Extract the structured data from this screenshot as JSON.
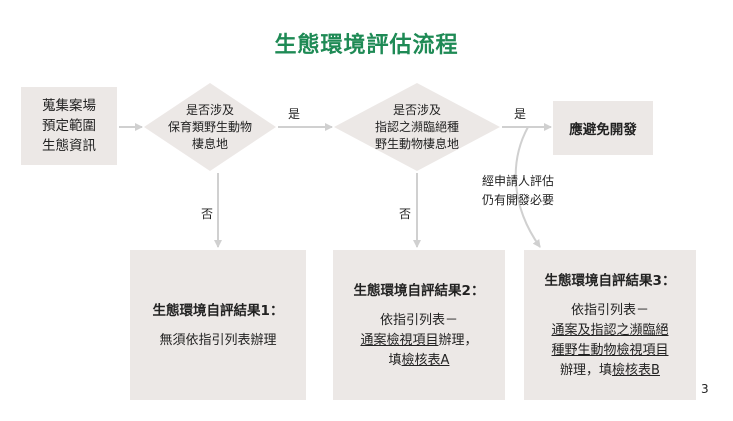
{
  "title": "生態環境評估流程",
  "start_box": [
    "蒐集案場",
    "預定範圍",
    "生態資訊"
  ],
  "decision1": [
    "是否涉及",
    "保育類野生動物",
    "棲息地"
  ],
  "decision2": [
    "是否涉及",
    "指認之瀕臨絕種",
    "野生動物棲息地"
  ],
  "yes_label": "是",
  "no_label": "否",
  "avoid_box": "應避免開發",
  "appeal_note": [
    "經申請人評估",
    "仍有開發必要"
  ],
  "result1": {
    "title": "生態環境自評結果1：",
    "lines": [
      "無須依指引列表辦理"
    ]
  },
  "result2": {
    "title": "生態環境自評結果2：",
    "line1": "依指引列表－",
    "line2_u": "通案檢視項目",
    "line2_rest": "辦理，",
    "line3_pre": "填",
    "line3_u": "檢核表A"
  },
  "result3": {
    "title": "生態環境自評結果3：",
    "line1": "依指引列表－",
    "line2_u": "通案及指認之瀕臨絕",
    "line3_u": "種野生動物檢視項目",
    "line4_pre": "辦理，填",
    "line4_u": "檢核表B"
  },
  "page_number": "3",
  "colors": {
    "title": "#1e8a55",
    "box_fill": "#ece8e6",
    "arrow": "#d0d0d0"
  }
}
